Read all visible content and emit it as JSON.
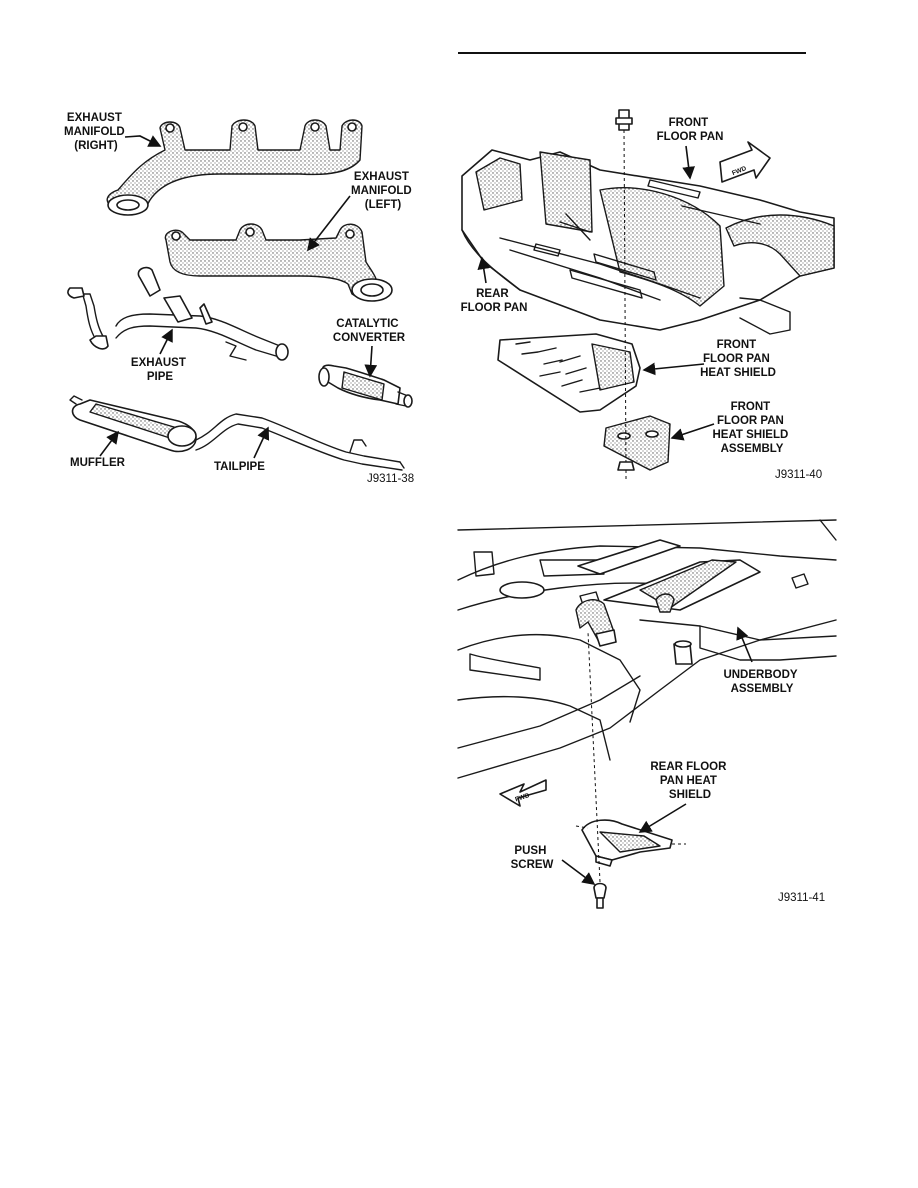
{
  "figures": [
    {
      "id": "J9311-38",
      "labels": {
        "exhaust_manifold_right": [
          "EXHAUST",
          "MANIFOLD",
          "(RIGHT)"
        ],
        "exhaust_manifold_left": [
          "EXHAUST",
          "MANIFOLD",
          "(LEFT)"
        ],
        "catalytic_converter": [
          "CATALYTIC",
          "CONVERTER"
        ],
        "exhaust_pipe": [
          "EXHAUST",
          "PIPE"
        ],
        "muffler": [
          "MUFFLER"
        ],
        "tailpipe": [
          "TAILPIPE"
        ]
      }
    },
    {
      "id": "J9311-40",
      "fwd": "FWD",
      "labels": {
        "front_floor_pan": [
          "FRONT",
          "FLOOR PAN"
        ],
        "rear_floor_pan": [
          "REAR",
          "FLOOR PAN"
        ],
        "front_floor_pan_heat_shield": [
          "FRONT",
          "FLOOR PAN",
          "HEAT SHIELD"
        ],
        "front_floor_pan_heat_shield_assembly": [
          "FRONT",
          "FLOOR PAN",
          "HEAT SHIELD",
          "ASSEMBLY"
        ]
      }
    },
    {
      "id": "J9311-41",
      "fwd": "FWD",
      "labels": {
        "underbody_assembly": [
          "UNDERBODY",
          "ASSEMBLY"
        ],
        "rear_floor_pan_heat_shield": [
          "REAR FLOOR",
          "PAN HEAT",
          "SHIELD"
        ],
        "push_screw": [
          "PUSH",
          "SCREW"
        ]
      }
    }
  ]
}
